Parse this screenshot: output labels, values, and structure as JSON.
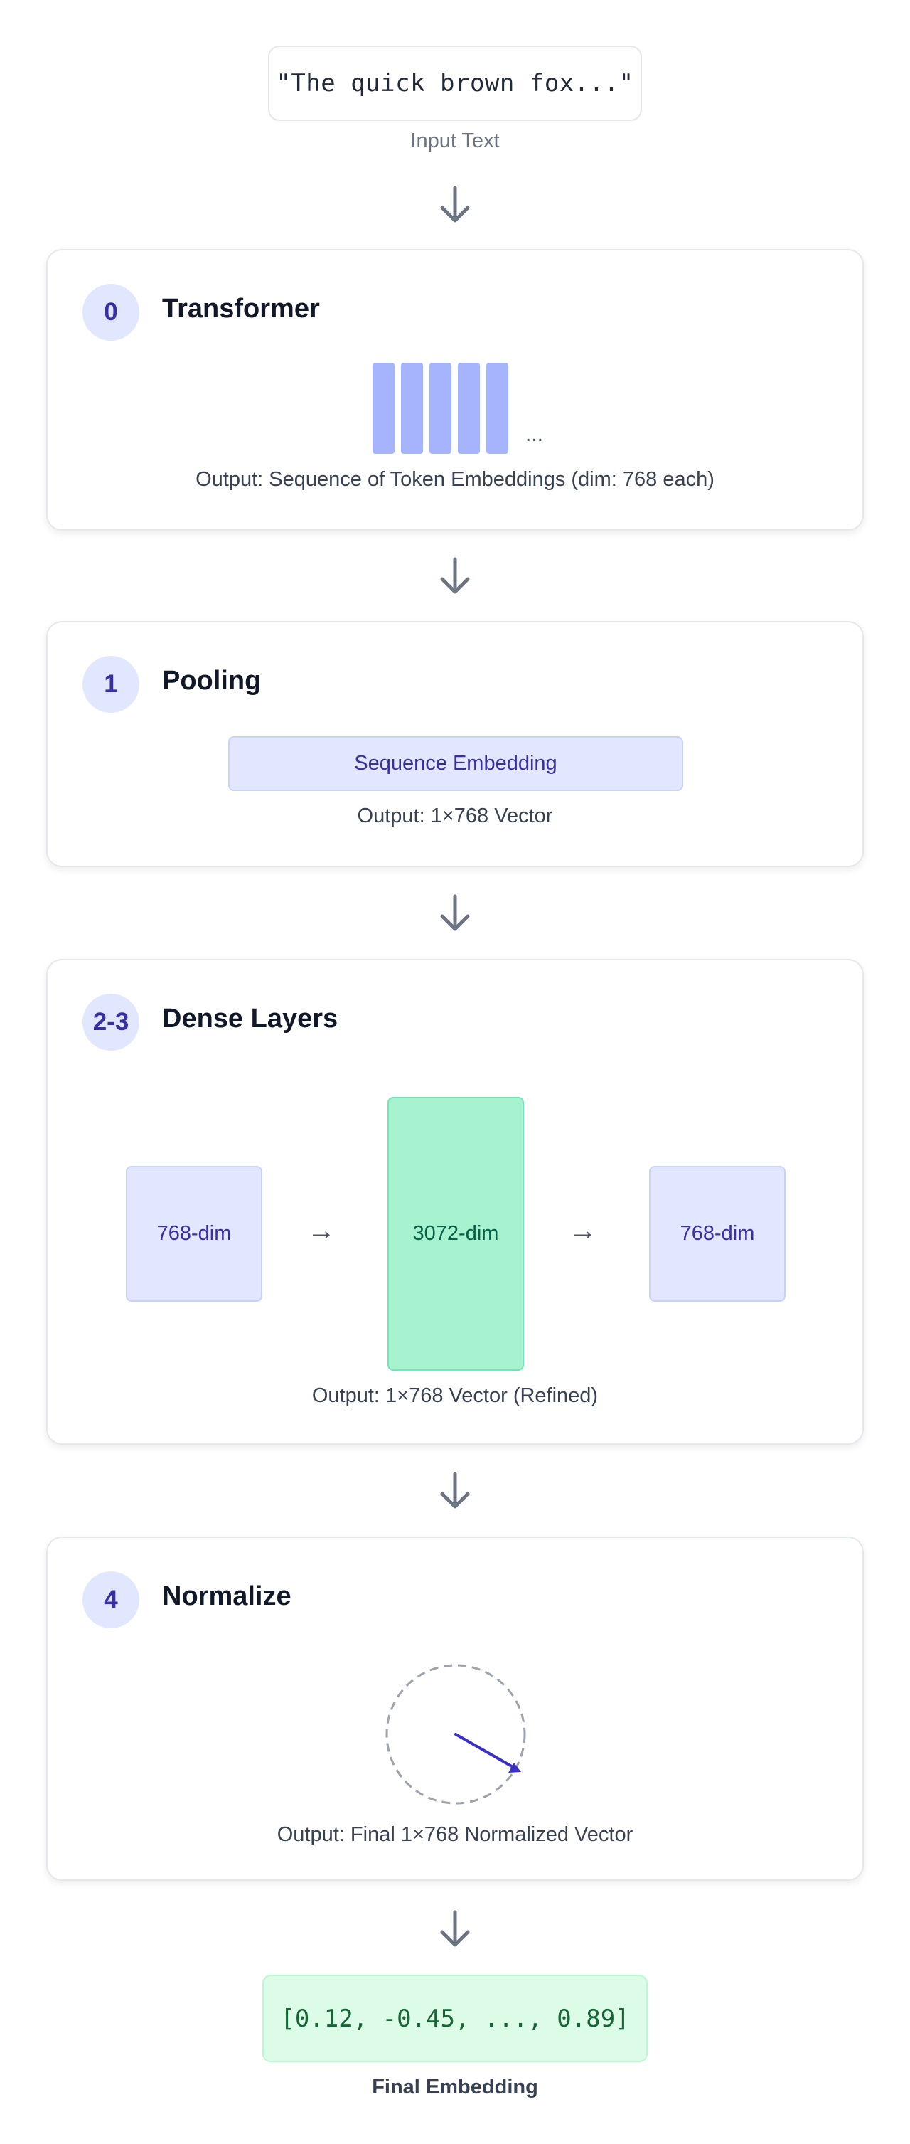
{
  "input": {
    "text": "\"The quick brown fox...\"",
    "caption": "Input Text"
  },
  "steps": [
    {
      "badge": "0",
      "title": "Transformer",
      "ellipsis": "...",
      "output": "Output: Sequence of Token Embeddings (dim: 768 each)"
    },
    {
      "badge": "1",
      "title": "Pooling",
      "box_label": "Sequence Embedding",
      "output": "Output: 1×768 Vector"
    },
    {
      "badge": "2-3",
      "title": "Dense Layers",
      "layers": [
        "768-dim",
        "3072-dim",
        "768-dim"
      ],
      "arrow": "→",
      "output": "Output: 1×768 Vector (Refined)"
    },
    {
      "badge": "4",
      "title": "Normalize",
      "output": "Output: Final 1×768 Normalized Vector"
    }
  ],
  "final": {
    "vector": "[0.12, -0.45, ..., 0.89]",
    "caption": "Final Embedding"
  },
  "colors": {
    "badge_bg": "#e0e7ff",
    "accent_indigo": "#3730a3",
    "token_fill": "#a5b4fc",
    "dense_green": "#a7f3d0",
    "final_green": "#dcfce7",
    "arrow_gray": "#6b7280",
    "vector_arrow": "#3b2fc9"
  }
}
